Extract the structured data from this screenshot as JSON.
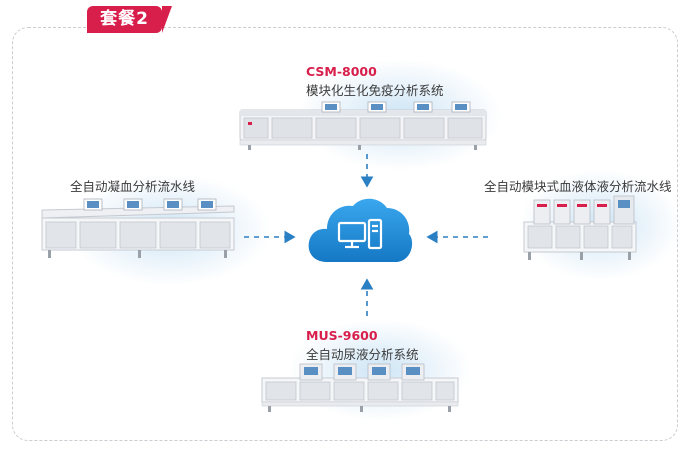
{
  "badge": {
    "label": "套餐2"
  },
  "top_system": {
    "model": "CSM-8000",
    "name": "模块化生化免疫分析系统"
  },
  "left_system": {
    "name": "全自动凝血分析流水线"
  },
  "right_system": {
    "name": "全自动模块式血液体液分析流水线"
  },
  "bottom_system": {
    "model": "MUS-9600",
    "name": "全自动尿液分析系统"
  },
  "center": {
    "icon": "cloud-computer-icon"
  },
  "colors": {
    "accent": "#d81e4b",
    "cloud_blue": "#1f8fd6",
    "arrow_blue": "#2b7fc3",
    "border_gray": "#c9ccd1"
  }
}
